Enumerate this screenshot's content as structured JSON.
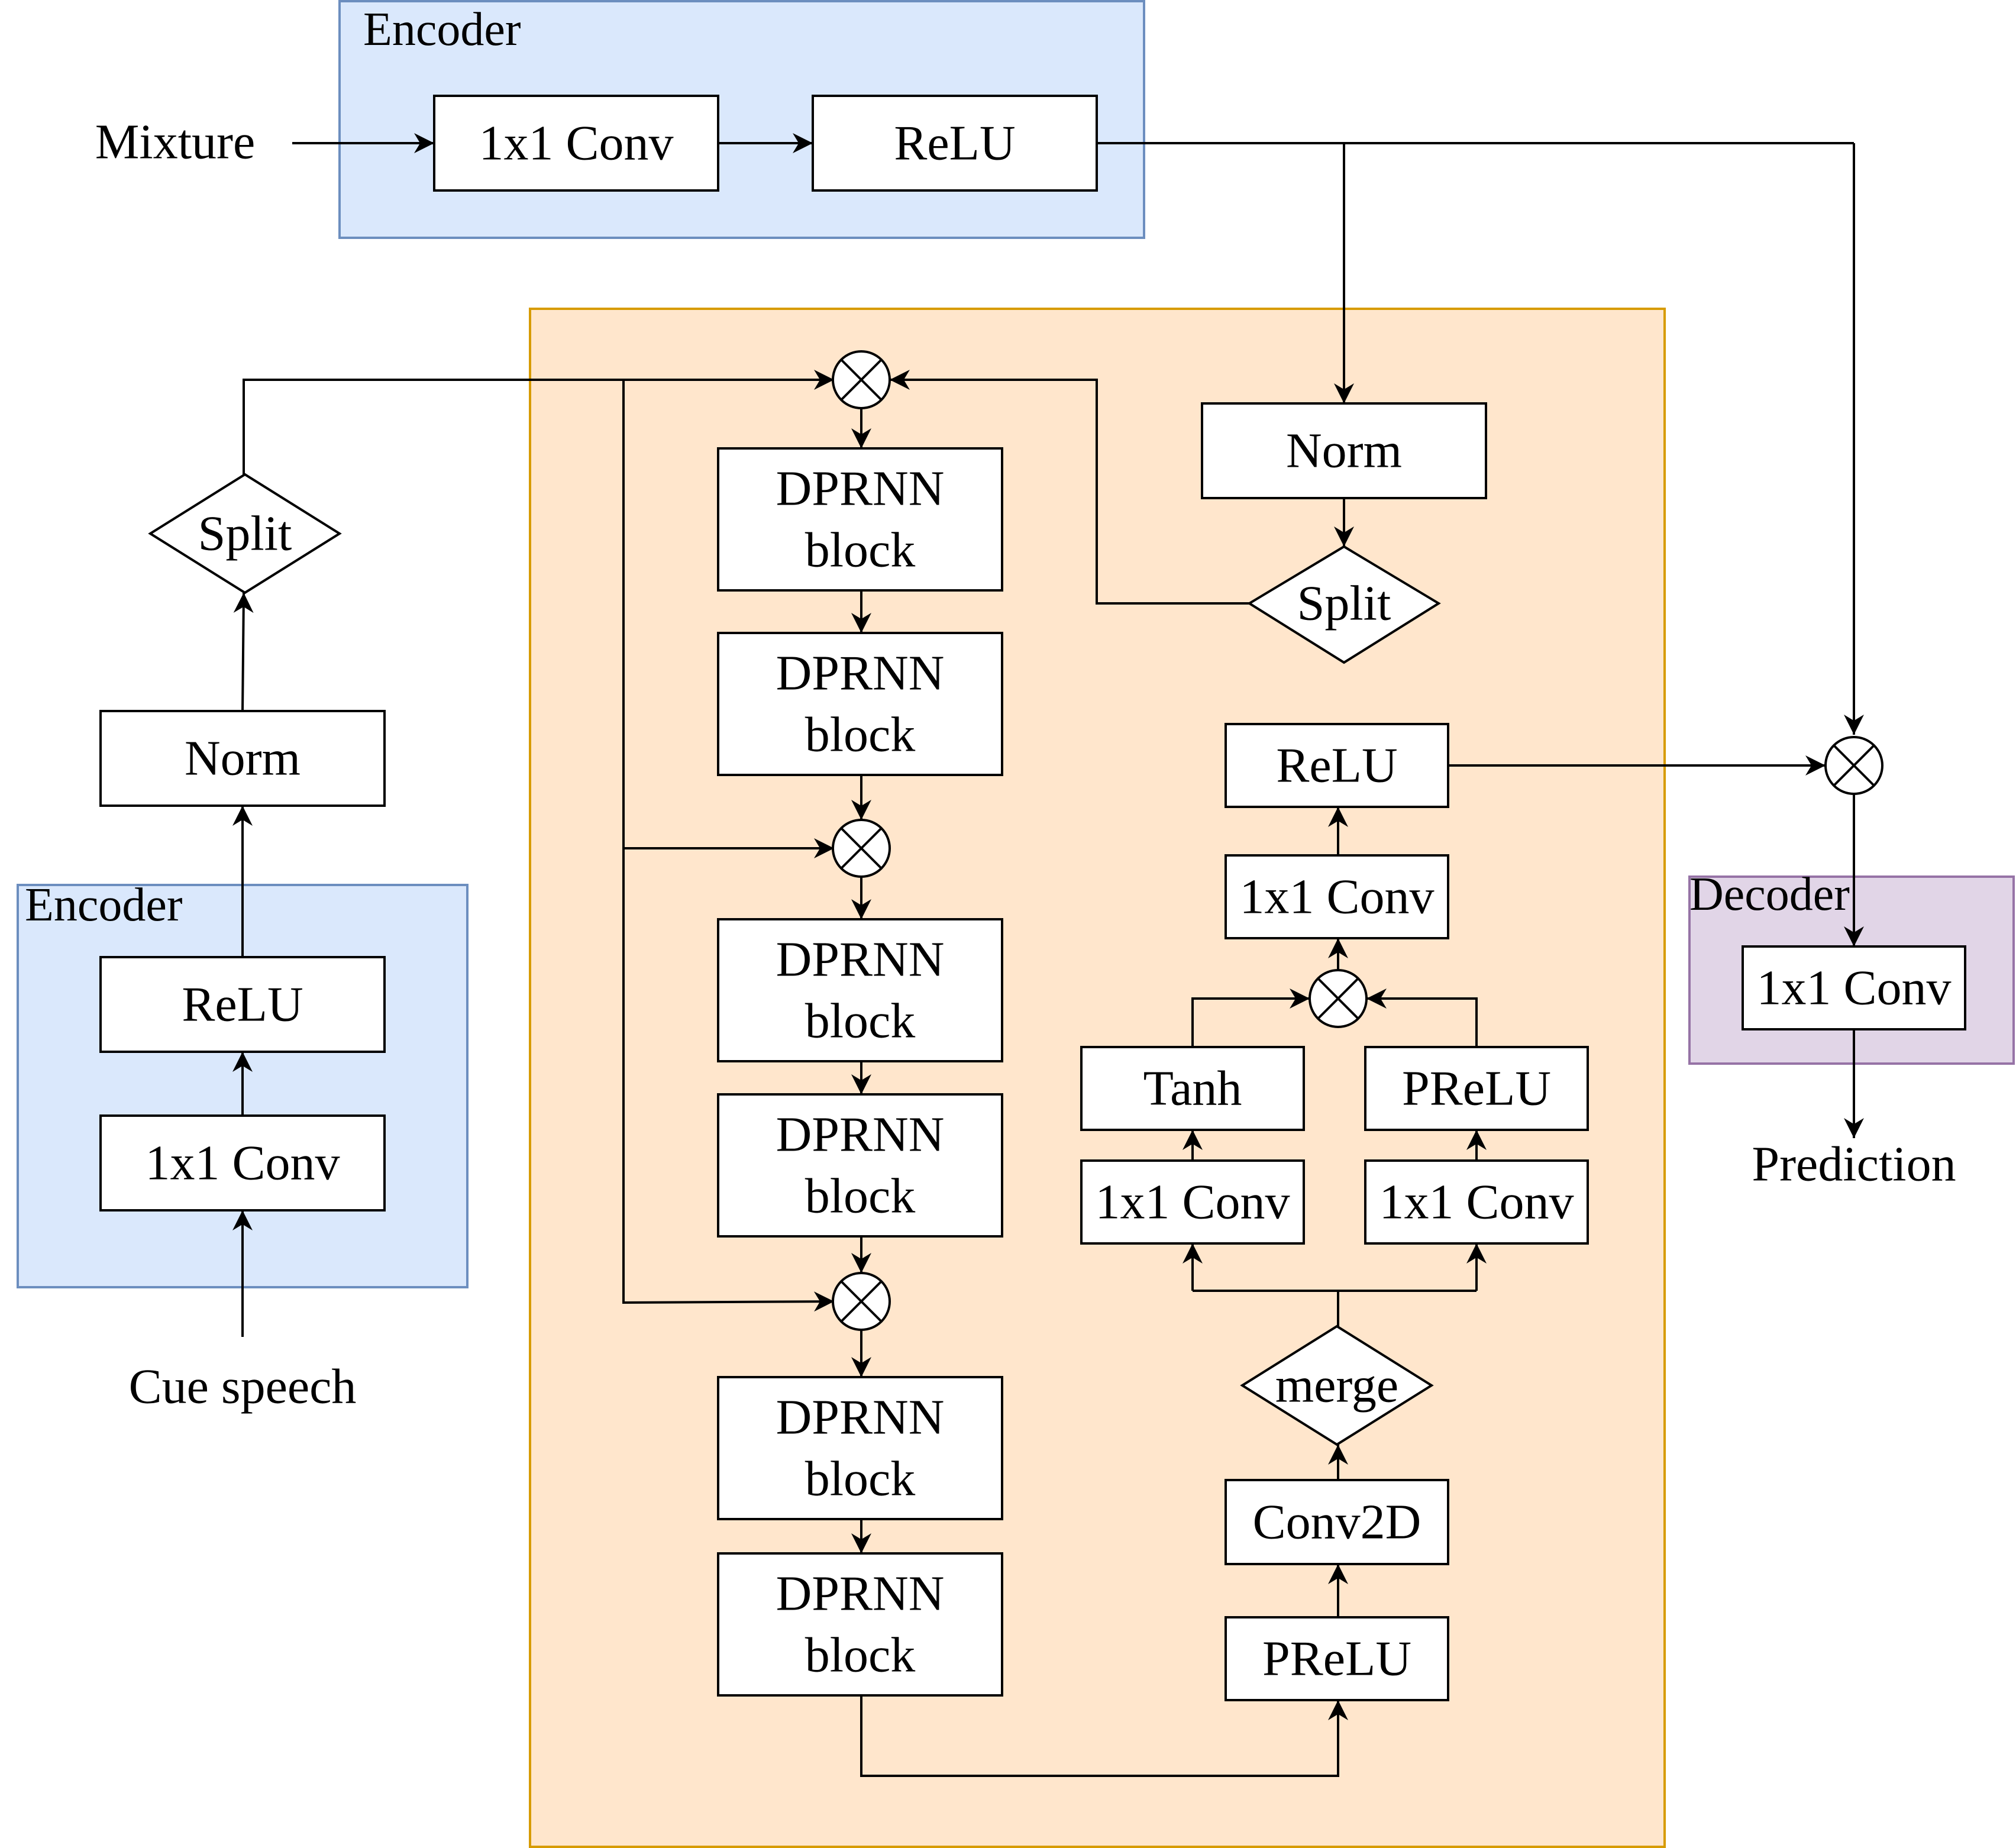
{
  "groups": {
    "encoder_mixture": "Encoder",
    "encoder_cue": "Encoder",
    "decoder": "Decoder"
  },
  "io": {
    "mixture": "Mixture",
    "cue_speech": "Cue speech",
    "prediction": "Prediction"
  },
  "blocks": {
    "mix_conv": "1x1 Conv",
    "mix_relu": "ReLU",
    "cue_conv": "1x1 Conv",
    "cue_relu": "ReLU",
    "cue_norm": "Norm",
    "cue_split": "Split",
    "mix_norm": "Norm",
    "mix_split": "Split",
    "dprnn_line1": "DPRNN",
    "dprnn_line2": "block",
    "prelu_bottom": "PReLU",
    "conv2d": "Conv2D",
    "merge": "merge",
    "conv_left": "1x1 Conv",
    "conv_right": "1x1 Conv",
    "tanh": "Tanh",
    "prelu_gate": "PReLU",
    "conv_mask": "1x1 Conv",
    "relu_mask": "ReLU",
    "dec_conv": "1x1 Conv"
  },
  "colors": {
    "encoder_fill": "#dae8fc",
    "encoder_stroke": "#6c8ebf",
    "separator_fill": "#ffe6cc",
    "separator_stroke": "#d79b00",
    "decoder_fill": "#e1d5e7",
    "decoder_stroke": "#9673a6"
  }
}
